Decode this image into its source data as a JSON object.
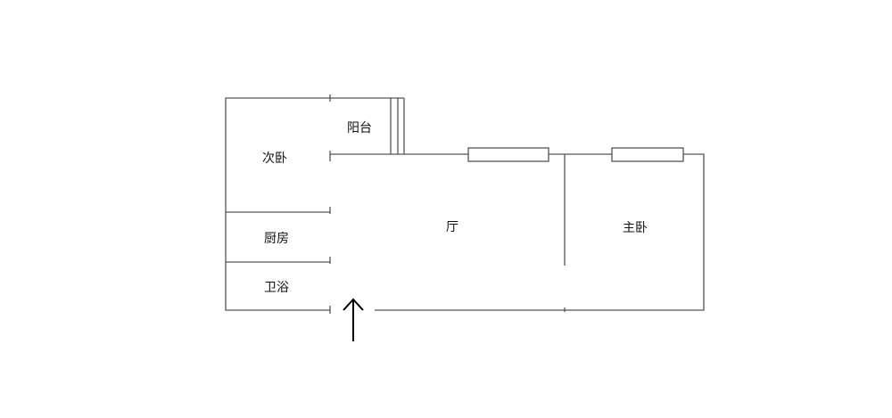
{
  "rooms": {
    "balcony": "阳台",
    "second_bedroom": "次卧",
    "kitchen": "厨房",
    "bathroom": "卫浴",
    "living_room": "厅",
    "master_bedroom": "主卧"
  },
  "colors": {
    "wall": "#555555",
    "arrow": "#000000"
  }
}
